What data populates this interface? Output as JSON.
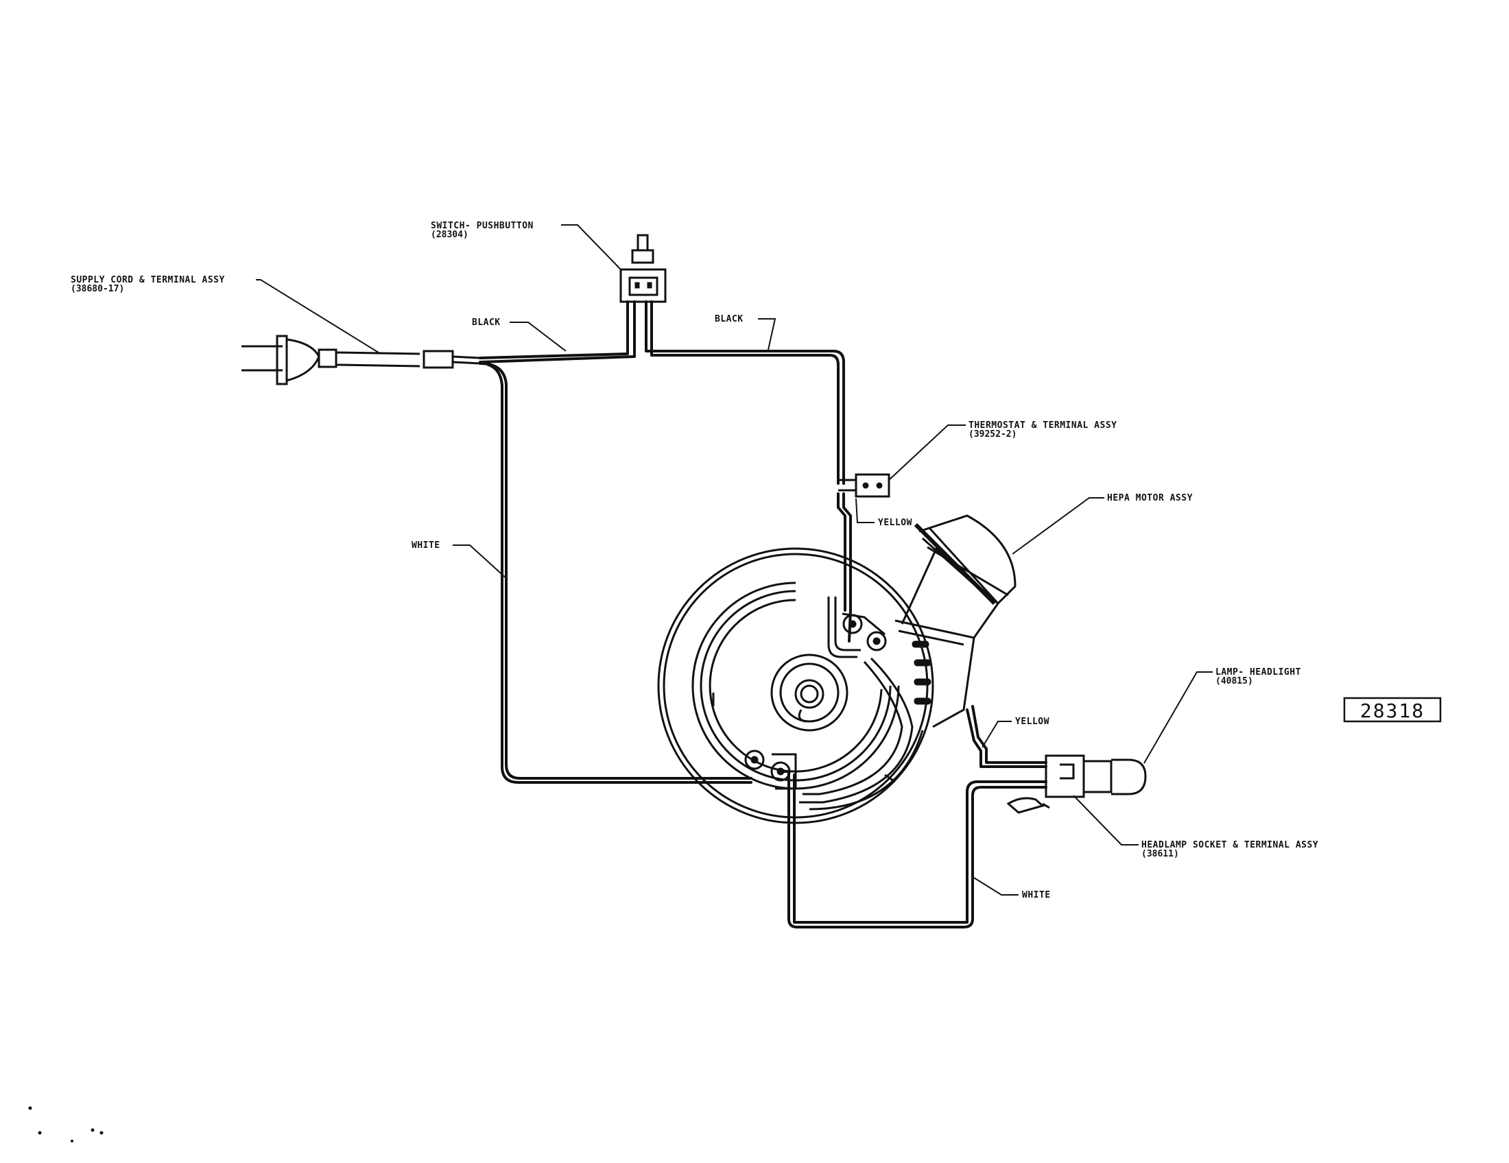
{
  "diagram": {
    "labels": {
      "switch": {
        "name": "SWITCH- PUSHBUTTON",
        "part": "(28304)"
      },
      "supply_cord": {
        "name": "SUPPLY CORD & TERMINAL ASSY",
        "part": "(38680-17)"
      },
      "thermostat": {
        "name": "THERMOSTAT & TERMINAL ASSY",
        "part": "(39252-2)"
      },
      "hepa_motor": {
        "name": "HEPA MOTOR ASSY"
      },
      "lamp": {
        "name": "LAMP- HEADLIGHT",
        "part": "(40815)"
      },
      "headlamp_socket": {
        "name": "HEADLAMP SOCKET & TERMINAL ASSY",
        "part": "(38611)"
      }
    },
    "wire_colors": {
      "black_left": "BLACK",
      "black_right": "BLACK",
      "white_left": "WHITE",
      "white_bottom": "WHITE",
      "yellow_top": "YELLOW",
      "yellow_right": "YELLOW"
    },
    "drawing_number": "28318"
  }
}
